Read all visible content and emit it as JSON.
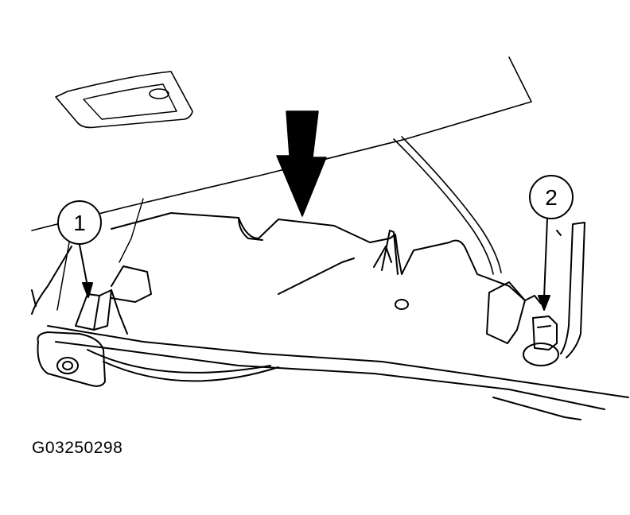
{
  "figure": {
    "id": "G03250298"
  },
  "callouts": [
    {
      "number": "1"
    },
    {
      "number": "2"
    }
  ],
  "colors": {
    "line": "#000000",
    "background": "#ffffff"
  }
}
